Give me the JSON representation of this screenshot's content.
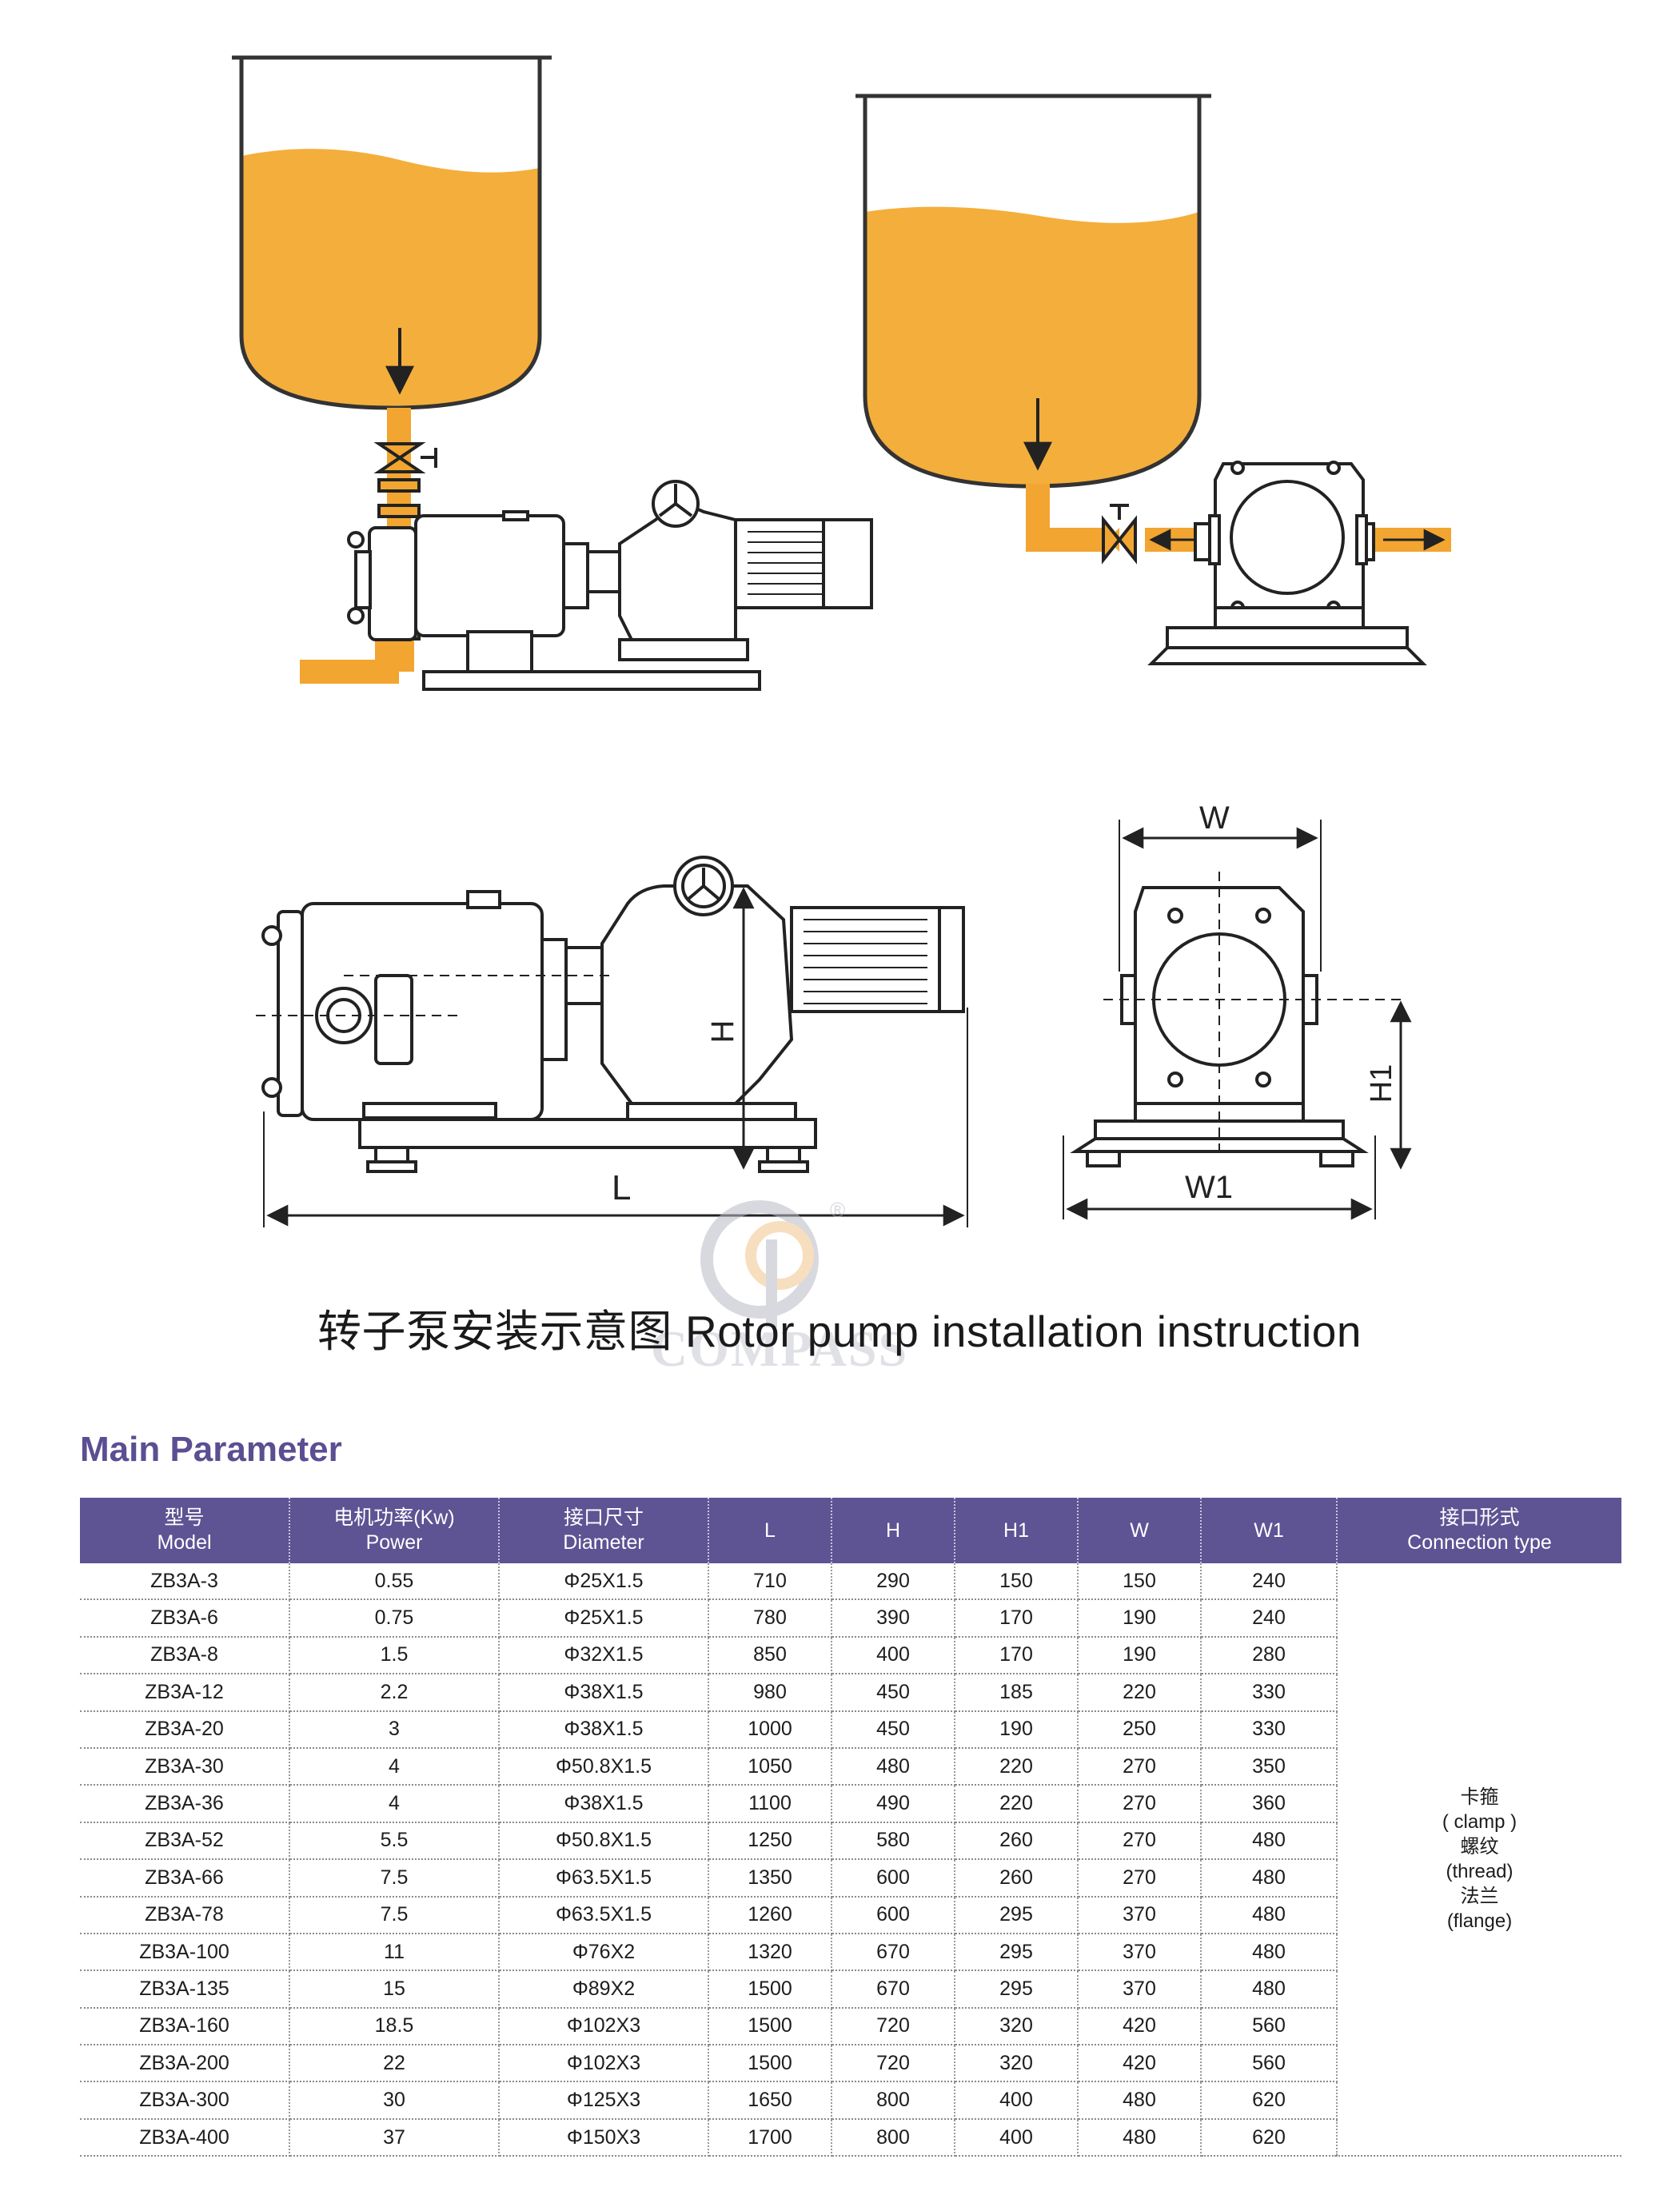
{
  "diagram_labels": {
    "dim_w": "W",
    "dim_w1": "W1",
    "dim_h": "H",
    "dim_h1": "H1",
    "dim_l": "L"
  },
  "caption": {
    "chinese": "转子泵安装示意图",
    "english": "Rotor pump installation instruction"
  },
  "watermark": {
    "brand": "COMPASS",
    "registered": "®"
  },
  "section_title": "Main Parameter",
  "colors": {
    "liquid": "#f4ae3c",
    "pipe": "#f2a531",
    "header_bg": "#5e5393",
    "title": "#5b4e92"
  },
  "table": {
    "headers": [
      {
        "cn": "型号",
        "en": "Model"
      },
      {
        "cn": "电机功率(Kw)",
        "en": "Power"
      },
      {
        "cn": "接口尺寸",
        "en": "Diameter"
      },
      {
        "cn": "",
        "en": "L"
      },
      {
        "cn": "",
        "en": "H"
      },
      {
        "cn": "",
        "en": "H1"
      },
      {
        "cn": "",
        "en": "W"
      },
      {
        "cn": "",
        "en": "W1"
      },
      {
        "cn": "接口形式",
        "en": "Connection type"
      }
    ],
    "connection_type": [
      "卡箍",
      "( clamp )",
      "螺纹",
      "(thread)",
      "法兰",
      "(flange)"
    ],
    "rows": [
      [
        "ZB3A-3",
        "0.55",
        "Φ25X1.5",
        "710",
        "290",
        "150",
        "150",
        "240"
      ],
      [
        "ZB3A-6",
        "0.75",
        "Φ25X1.5",
        "780",
        "390",
        "170",
        "190",
        "240"
      ],
      [
        "ZB3A-8",
        "1.5",
        "Φ32X1.5",
        "850",
        "400",
        "170",
        "190",
        "280"
      ],
      [
        "ZB3A-12",
        "2.2",
        "Φ38X1.5",
        "980",
        "450",
        "185",
        "220",
        "330"
      ],
      [
        "ZB3A-20",
        "3",
        "Φ38X1.5",
        "1000",
        "450",
        "190",
        "250",
        "330"
      ],
      [
        "ZB3A-30",
        "4",
        "Φ50.8X1.5",
        "1050",
        "480",
        "220",
        "270",
        "350"
      ],
      [
        "ZB3A-36",
        "4",
        "Φ38X1.5",
        "1100",
        "490",
        "220",
        "270",
        "360"
      ],
      [
        "ZB3A-52",
        "5.5",
        "Φ50.8X1.5",
        "1250",
        "580",
        "260",
        "270",
        "480"
      ],
      [
        "ZB3A-66",
        "7.5",
        "Φ63.5X1.5",
        "1350",
        "600",
        "260",
        "270",
        "480"
      ],
      [
        "ZB3A-78",
        "7.5",
        "Φ63.5X1.5",
        "1260",
        "600",
        "295",
        "370",
        "480"
      ],
      [
        "ZB3A-100",
        "11",
        "Φ76X2",
        "1320",
        "670",
        "295",
        "370",
        "480"
      ],
      [
        "ZB3A-135",
        "15",
        "Φ89X2",
        "1500",
        "670",
        "295",
        "370",
        "480"
      ],
      [
        "ZB3A-160",
        "18.5",
        "Φ102X3",
        "1500",
        "720",
        "320",
        "420",
        "560"
      ],
      [
        "ZB3A-200",
        "22",
        "Φ102X3",
        "1500",
        "720",
        "320",
        "420",
        "560"
      ],
      [
        "ZB3A-300",
        "30",
        "Φ125X3",
        "1650",
        "800",
        "400",
        "480",
        "620"
      ],
      [
        "ZB3A-400",
        "37",
        "Φ150X3",
        "1700",
        "800",
        "400",
        "480",
        "620"
      ]
    ]
  }
}
